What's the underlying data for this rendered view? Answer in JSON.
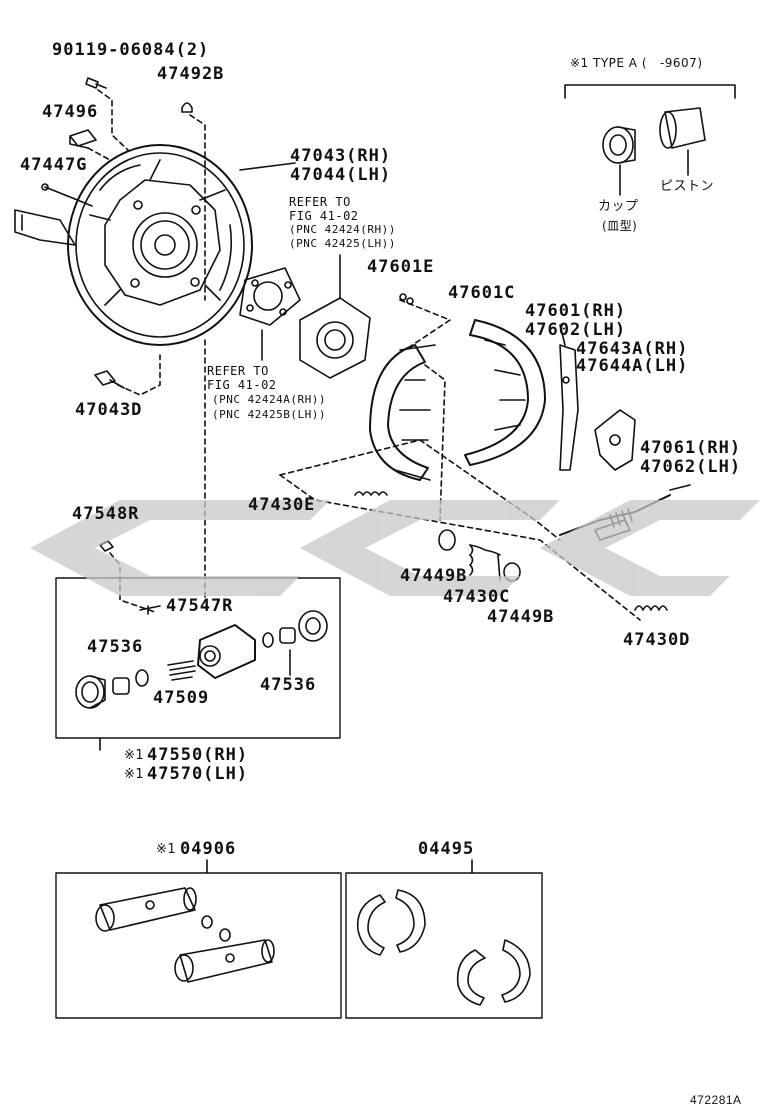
{
  "labels": {
    "bolt_90119": "90119-06084(2)",
    "p47492B": "47492B",
    "p47496": "47496",
    "p47447G": "47447G",
    "p47043RH": "47043(RH)",
    "p47044LH": "47044(LH)",
    "refer_top_1": "REFER TO",
    "refer_top_2": "FIG 41-02",
    "refer_top_3": "(PNC 42424(RH))",
    "refer_top_4": "(PNC 42425(LH))",
    "p47601E": "47601E",
    "p47601C": "47601C",
    "p47601RH": "47601(RH)",
    "p47602LH": "47602(LH)",
    "p47643A": "47643A(RH)",
    "p47644A": "47644A(LH)",
    "p47043D": "47043D",
    "refer_mid_1": "REFER TO",
    "refer_mid_2": "FIG 41-02",
    "refer_mid_3": "(PNC 42424A(RH))",
    "refer_mid_4": "(PNC 42425B(LH))",
    "p47061RH": "47061(RH)",
    "p47062LH": "47062(LH)",
    "p47430E": "47430E",
    "p47548R": "47548R",
    "p47449B_a": "47449B",
    "p47430C": "47430C",
    "p47449B_b": "47449B",
    "p47547R": "47547R",
    "p47536_a": "47536",
    "p47536_b": "47536",
    "p47509": "47509",
    "p47430D": "47430D",
    "p47550RH": "47550(RH)",
    "p47570LH": "47570(LH)",
    "note_mark": "※1",
    "p04906": "04906",
    "p04495": "04495",
    "type_a": "※1 TYPE A (   -9607)",
    "cup": "カップ",
    "cup_sub": "(皿型)",
    "piston": "ピストン",
    "figure_id": "472281A"
  },
  "icons": [
    "backing-plate",
    "brake-shoe-front",
    "brake-shoe-rear",
    "parking-lever",
    "strut",
    "adjuster",
    "wheel-cylinder",
    "spring",
    "bolt",
    "plug",
    "cup",
    "piston",
    "gasket",
    "bearing-retainer"
  ]
}
